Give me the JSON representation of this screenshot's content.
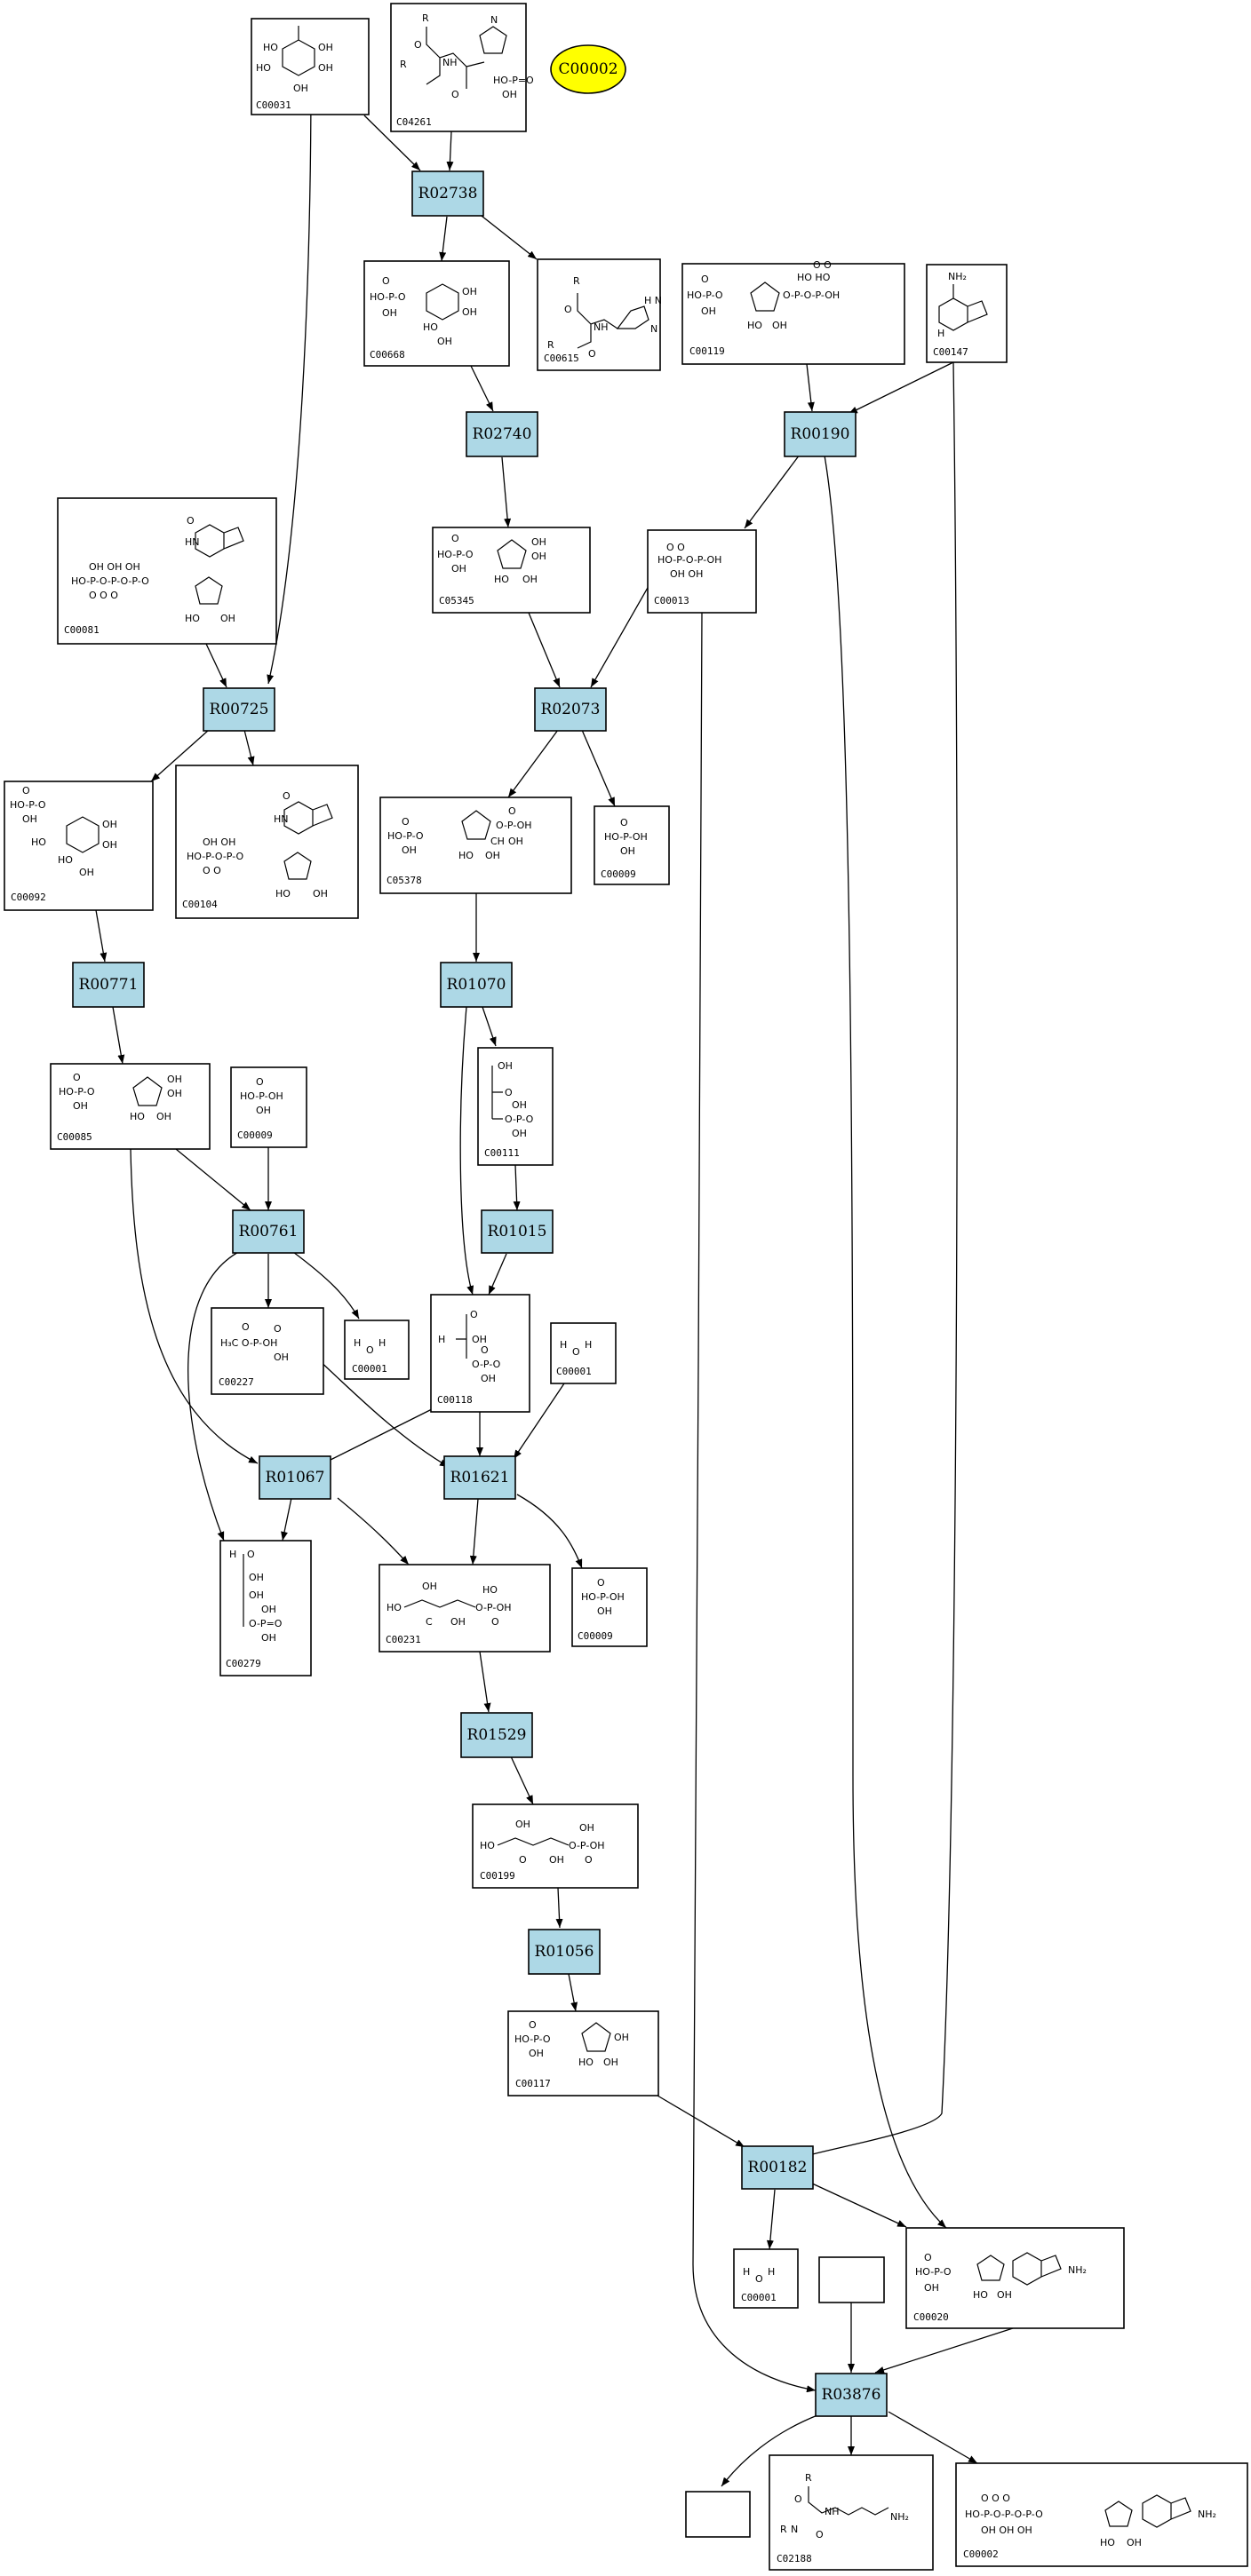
{
  "legend_oval": "C00002",
  "compounds": {
    "c1": "C00031",
    "c2": "C04261",
    "c3": "C00668",
    "c4": "C00615",
    "c5": "C00119",
    "c6": "C00147",
    "c7": "C05345",
    "c8": "C00013",
    "c9": "C00081",
    "c10": "C00092",
    "c11": "C00104",
    "c12": "C05378",
    "c13": "C00009",
    "c14": "C00111",
    "c15": "C00085",
    "c16": "C00009",
    "c17": "C00227",
    "c18": "C00001",
    "c19": "C00118",
    "c20": "C00001",
    "c21": "C00279",
    "c22": "C00231",
    "c23": "C00009",
    "c24": "C00199",
    "c25": "C00117",
    "c26": "C00001",
    "c27": "C00020",
    "c28": "",
    "c29": "",
    "c30": "C02188",
    "c31": "C00002"
  },
  "reactions": {
    "r1": "R02738",
    "r2": "R02740",
    "r3": "R00190",
    "r4": "R00725",
    "r5": "R02073",
    "r6": "R00771",
    "r7": "R01070",
    "r8": "R00761",
    "r9": "R01015",
    "r10": "R01067",
    "r11": "R01621",
    "r12": "R01529",
    "r13": "R01056",
    "r14": "R00182",
    "r15": "R03876"
  }
}
